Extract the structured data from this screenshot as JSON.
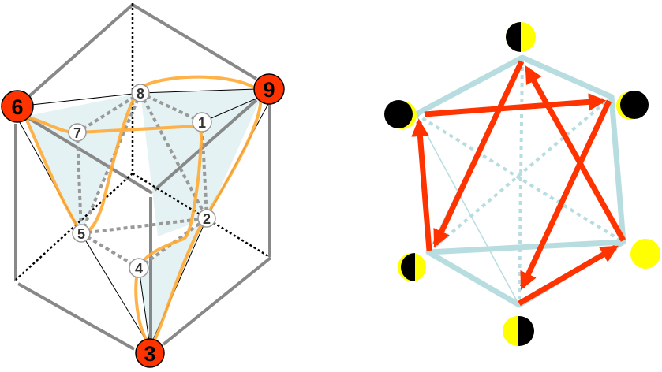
{
  "left_diagram": {
    "highlight_nodes": [
      {
        "label": "6"
      },
      {
        "label": "9"
      },
      {
        "label": "3"
      }
    ],
    "nodes": [
      {
        "label": "8"
      },
      {
        "label": "7"
      },
      {
        "label": "1"
      },
      {
        "label": "5"
      },
      {
        "label": "2"
      },
      {
        "label": "4"
      }
    ]
  },
  "right_diagram": {
    "moon_phases": [
      "half-dark-left",
      "crescent-right-dark",
      "crescent-left-dark",
      "full",
      "half-dark-left-low",
      "half-dark-right"
    ]
  },
  "colors": {
    "node_red": "#ff3300",
    "curve_orange": "#ffaa33",
    "shade_blue": "#e4f2f4",
    "edge_lightblue": "#b8dde0",
    "arrow_red": "#ff3300",
    "moon_yellow": "#ffff00"
  }
}
